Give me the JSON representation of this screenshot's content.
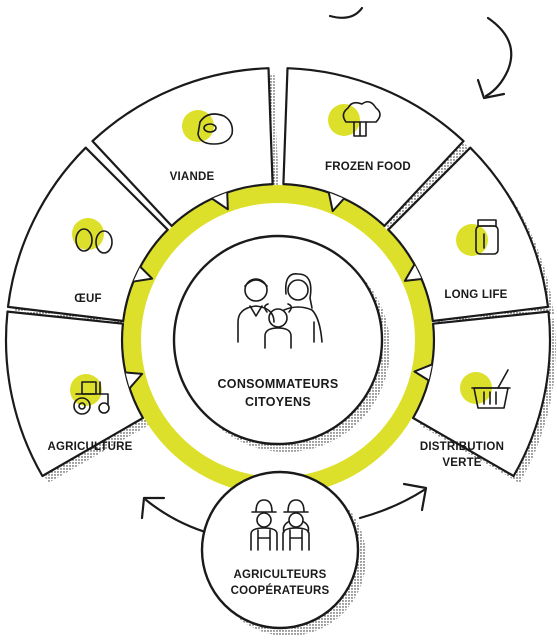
{
  "center": {
    "line1": "CONSOMMATEURS",
    "line2": "CITOYENS",
    "icon": "family-icon"
  },
  "bottom": {
    "line1": "AGRICULTEURS",
    "line2": "COOPÉRATEURS",
    "icon": "farmers-icon"
  },
  "segments": [
    {
      "key": "agriculture",
      "line1": "AGRICULTURE",
      "line2": "",
      "icon": "tractor-icon"
    },
    {
      "key": "oeuf",
      "line1": "ŒUF",
      "line2": "",
      "icon": "egg-icon"
    },
    {
      "key": "viande",
      "line1": "VIANDE",
      "line2": "",
      "icon": "meat-icon"
    },
    {
      "key": "frozen",
      "line1": "FROZEN FOOD",
      "line2": "",
      "icon": "broccoli-icon"
    },
    {
      "key": "longlife",
      "line1": "LONG LIFE",
      "line2": "",
      "icon": "jar-icon"
    },
    {
      "key": "distribution",
      "line1": "DISTRIBUTION",
      "line2": "VERTE",
      "icon": "basket-icon"
    }
  ],
  "colors": {
    "accent": "#DDE02A",
    "ink": "#1A1A1A",
    "background": "#FFFFFF"
  }
}
